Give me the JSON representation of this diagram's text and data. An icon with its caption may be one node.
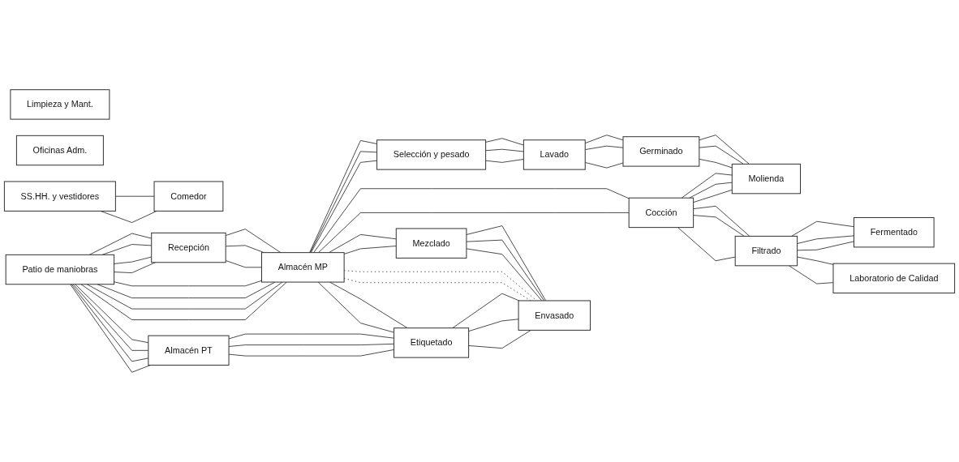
{
  "diagram": {
    "nodes": [
      {
        "text": [
          "Recepción"
        ]
      },
      {
        "text": [
          "Selección y pesado"
        ]
      },
      {
        "text": [
          "Lavado"
        ]
      },
      {
        "text": [
          "Germinado"
        ]
      },
      {
        "text": [
          "Limpieza y Mant."
        ]
      },
      {
        "text": [
          "Cocción"
        ]
      },
      {
        "text": [
          "Molienda"
        ]
      },
      {
        "text": [
          "SS.HH. y vestidores"
        ]
      },
      {
        "text": [
          "Patio de maniobras"
        ]
      },
      {
        "text": [
          "Almacén MP"
        ]
      },
      {
        "text": [
          "Filtrado"
        ]
      },
      {
        "text": [
          "Mezclado"
        ]
      },
      {
        "text": [
          "Fermentado"
        ]
      },
      {
        "text": [
          "Laboratorio de Calidad"
        ]
      },
      {
        "text": [
          "Comedor"
        ]
      },
      {
        "text": [
          "Almacén PT"
        ]
      },
      {
        "text": [
          "Etiquetado"
        ]
      },
      {
        "text": [
          "Envasado"
        ]
      },
      {
        "text": [
          "Oficinas Adm."
        ]
      }
    ],
    "edges": [
      {
        "from": 8,
        "to": 0,
        "arrow": "none"
      },
      {
        "from": 8,
        "to": 0,
        "arrow": "none"
      },
      {
        "from": 8,
        "to": 0,
        "arrow": "none"
      },
      {
        "from": 8,
        "to": 0,
        "arrow": "none"
      },
      {
        "from": 8,
        "to": 9,
        "arrow": "none"
      },
      {
        "from": 8,
        "to": 9,
        "arrow": "none"
      },
      {
        "from": 8,
        "to": 9,
        "arrow": "none"
      },
      {
        "from": 8,
        "to": 9,
        "arrow": "none"
      },
      {
        "from": 8,
        "to": 15,
        "arrow": "none"
      },
      {
        "from": 8,
        "to": 15,
        "arrow": "none"
      },
      {
        "from": 8,
        "to": 15,
        "arrow": "none"
      },
      {
        "from": 8,
        "to": 15,
        "arrow": "none"
      },
      {
        "from": 0,
        "to": 9,
        "arrow": "none"
      },
      {
        "from": 0,
        "to": 9,
        "arrow": "none"
      },
      {
        "from": 0,
        "to": 9,
        "arrow": "none"
      },
      {
        "from": 9,
        "to": 1,
        "arrow": "none"
      },
      {
        "from": 9,
        "to": 1,
        "arrow": "none"
      },
      {
        "from": 9,
        "to": 1,
        "arrow": "none"
      },
      {
        "from": 9,
        "to": 5,
        "arrow": "none"
      },
      {
        "from": 9,
        "to": 5,
        "arrow": "none"
      },
      {
        "from": 9,
        "to": 11,
        "arrow": "none"
      },
      {
        "from": 9,
        "to": 11,
        "arrow": "none"
      },
      {
        "from": 9,
        "to": 17,
        "arrow": "none",
        "style": "dashed"
      },
      {
        "from": 9,
        "to": 17,
        "arrow": "none",
        "style": "dashed"
      },
      {
        "from": 9,
        "to": 16,
        "arrow": "none"
      },
      {
        "from": 9,
        "to": 16,
        "arrow": "none"
      },
      {
        "from": 1,
        "to": 2,
        "arrow": "none"
      },
      {
        "from": 1,
        "to": 2,
        "arrow": "none"
      },
      {
        "from": 1,
        "to": 2,
        "arrow": "none"
      },
      {
        "from": 2,
        "to": 3,
        "arrow": "none"
      },
      {
        "from": 2,
        "to": 3,
        "arrow": "none"
      },
      {
        "from": 2,
        "to": 3,
        "arrow": "none"
      },
      {
        "from": 3,
        "to": 6,
        "arrow": "none"
      },
      {
        "from": 3,
        "to": 6,
        "arrow": "none"
      },
      {
        "from": 3,
        "to": 6,
        "arrow": "none"
      },
      {
        "from": 5,
        "to": 6,
        "arrow": "none"
      },
      {
        "from": 5,
        "to": 6,
        "arrow": "none"
      },
      {
        "from": 5,
        "to": 6,
        "arrow": "none"
      },
      {
        "from": 5,
        "to": 10,
        "arrow": "none"
      },
      {
        "from": 5,
        "to": 10,
        "arrow": "none"
      },
      {
        "from": 5,
        "to": 10,
        "arrow": "none"
      },
      {
        "from": 10,
        "to": 12,
        "arrow": "none"
      },
      {
        "from": 10,
        "to": 12,
        "arrow": "none"
      },
      {
        "from": 10,
        "to": 12,
        "arrow": "none"
      },
      {
        "from": 10,
        "to": 13,
        "arrow": "none"
      },
      {
        "from": 10,
        "to": 13,
        "arrow": "none"
      },
      {
        "from": 11,
        "to": 17,
        "arrow": "none"
      },
      {
        "from": 11,
        "to": 17,
        "arrow": "none"
      },
      {
        "from": 11,
        "to": 17,
        "arrow": "none"
      },
      {
        "from": 15,
        "to": 16,
        "arrow": "none"
      },
      {
        "from": 15,
        "to": 16,
        "arrow": "none"
      },
      {
        "from": 15,
        "to": 16,
        "arrow": "none"
      },
      {
        "from": 16,
        "to": 17,
        "arrow": "none"
      },
      {
        "from": 16,
        "to": 17,
        "arrow": "none"
      },
      {
        "from": 16,
        "to": 17,
        "arrow": "none"
      },
      {
        "from": 7,
        "to": 14,
        "arrow": "none"
      },
      {
        "from": 7,
        "to": 14,
        "arrow": "none"
      }
    ]
  }
}
